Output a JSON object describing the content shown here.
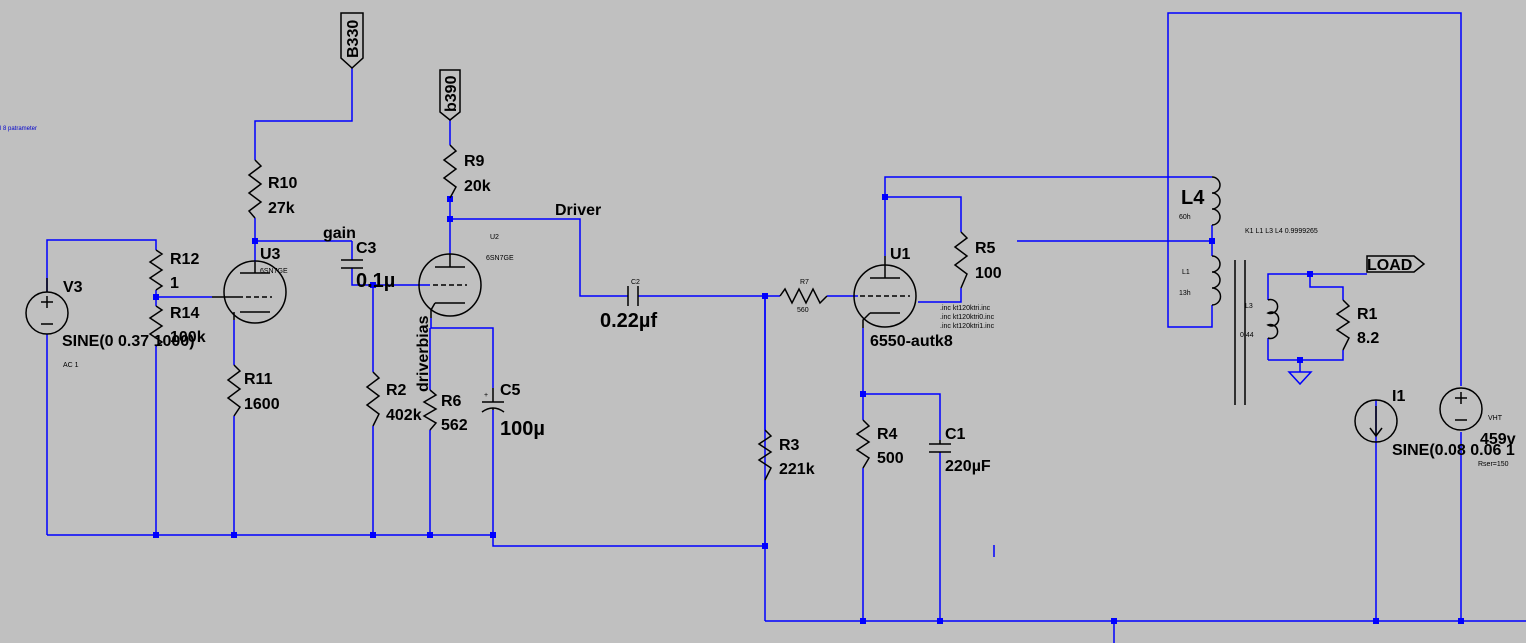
{
  "comment": "l 8 patrameter",
  "net_labels": {
    "b330": "B330",
    "b390": "b390",
    "load": "LOAD",
    "gain": "gain",
    "driver": "Driver",
    "driverbias": "driverbias"
  },
  "components": {
    "v3": {
      "name": "V3",
      "value": "SINE(0 0.37 1000)",
      "extra": "AC 1"
    },
    "r12": {
      "name": "R12",
      "value": "1"
    },
    "r14": {
      "name": "R14",
      "value": "100k"
    },
    "r10": {
      "name": "R10",
      "value": "27k"
    },
    "u3": {
      "name": "U3",
      "model": "6SN7GE"
    },
    "r11": {
      "name": "R11",
      "value": "1600"
    },
    "c3": {
      "name": "C3",
      "value": "0.1µ"
    },
    "r2": {
      "name": "R2",
      "value": "402k"
    },
    "r9": {
      "name": "R9",
      "value": "20k"
    },
    "u2": {
      "name": "U2",
      "model": "6SN7GE"
    },
    "r6": {
      "name": "R6",
      "value": "562"
    },
    "c5": {
      "name": "C5",
      "value": "100µ"
    },
    "c2": {
      "name": "C2",
      "value": "0.22µf"
    },
    "r7": {
      "name": "R7",
      "value": "560"
    },
    "r3": {
      "name": "R3",
      "value": "221k"
    },
    "u1": {
      "name": "U1",
      "model": "6550-autk8",
      "includes": [
        ".inc kt120ktri.inc",
        ".inc kt120ktri0.inc",
        ".inc kt120ktri1.inc"
      ]
    },
    "r5": {
      "name": "R5",
      "value": "100"
    },
    "r4": {
      "name": "R4",
      "value": "500"
    },
    "c1": {
      "name": "C1",
      "value": "220µF"
    },
    "l4": {
      "name": "L4",
      "value": "60h"
    },
    "l1": {
      "name": "L1",
      "value": "13h"
    },
    "l3": {
      "name": "L3",
      "value": "0.44"
    },
    "coupling": "K1 L1  L3 L4 0.9999265",
    "r1": {
      "name": "R1",
      "value": "8.2"
    },
    "i1": {
      "name": "I1",
      "value": "SINE(0.08 0.06 1"
    },
    "vht": {
      "name": "VHT",
      "value": "459v",
      "extra": "Rser=150"
    }
  }
}
